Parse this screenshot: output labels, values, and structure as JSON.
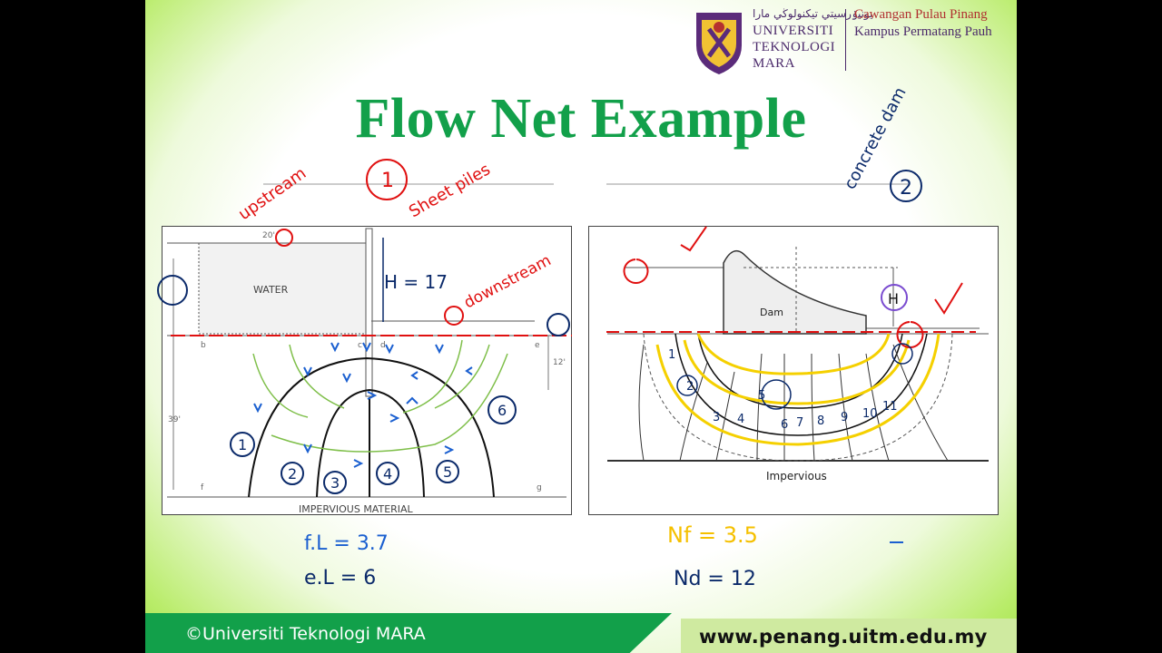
{
  "header": {
    "jawi": "ﯾﻮﻧﯿۏرسيتي تيكنولوڬي مارا",
    "university_line1": "UNIVERSITI",
    "university_line2": "TEKNOLOGI",
    "university_line3": "MARA",
    "campus_line1": "Cawangan Pulau Pinang",
    "campus_line2": "Kampus Permatang Pauh"
  },
  "slide": {
    "title": "Flow Net Example"
  },
  "left_figure": {
    "water_label": "WATER",
    "material_label": "IMPERVIOUS MATERIAL",
    "dim_right": "12'",
    "dim_left": "39'",
    "point_b": "b",
    "point_c": "c",
    "point_d": "d",
    "point_e": "e",
    "point_f": "f",
    "point_g": "g",
    "dim_top": "20'"
  },
  "right_figure": {
    "dam_label": "Dam",
    "impervious_label": "Impervious",
    "head_label": "H"
  },
  "annotations": {
    "upstream": "upstream",
    "sheet_piles": "Sheet piles",
    "one": "1",
    "downstream": "downstream",
    "h_value": "H = 17",
    "concrete_dam": "concrete dam",
    "two": "2",
    "nf_left": "f.L = 3.7",
    "nd_left": "e.L = 6",
    "nf_right": "Nf = 3.5",
    "nd_right": "Nd = 12",
    "left_nums": [
      "1",
      "2",
      "3",
      "4",
      "5",
      "6"
    ],
    "right_nums": [
      "1",
      "2",
      "3",
      "4",
      "5",
      "6",
      "7",
      "8",
      "9",
      "10",
      "11"
    ]
  },
  "footer": {
    "copyright": "©Universiti Teknologi MARA",
    "url": "www.penang.uitm.edu.my"
  },
  "colors": {
    "title_green": "#12a04a",
    "brand_purple": "#4b2a6b",
    "ink_red": "#e01010",
    "ink_blue": "#1a5fd0",
    "ink_navy": "#0b2a6a",
    "ink_yellow": "#f5d000"
  }
}
